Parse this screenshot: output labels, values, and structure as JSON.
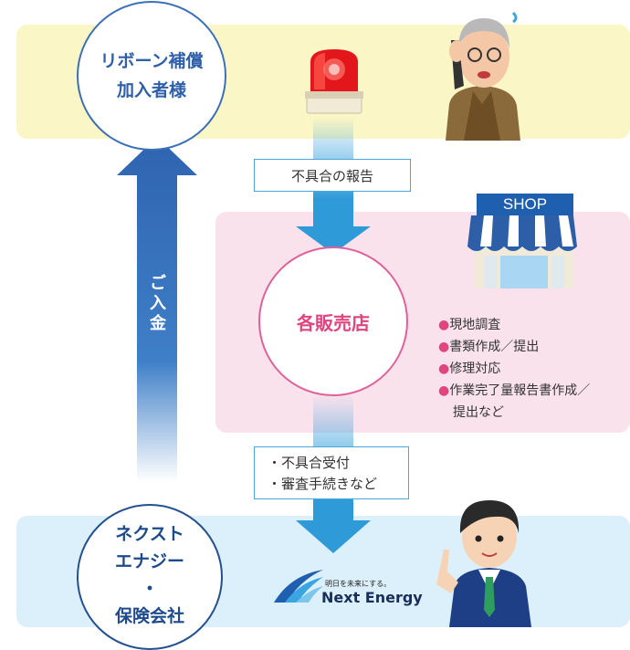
{
  "nodes": {
    "subscriber": {
      "line1": "リボーン補償",
      "line2": "加入者様"
    },
    "shop": {
      "label": "各販売店"
    },
    "insurer": {
      "line1": "ネクスト",
      "line2": "エナジー",
      "line3": "・",
      "line4": "保険会社"
    }
  },
  "flows": {
    "report": "不具合の報告",
    "payment": "ご入金",
    "reception": [
      "・不具合受付",
      "・審査手続きなど"
    ]
  },
  "shop_tasks": [
    "現地調査",
    "書類作成／提出",
    "修理対応",
    "作業完了量報告書作成／",
    "提出など"
  ],
  "shop_sign": "SHOP",
  "logo": {
    "tagline": "明日を未来にする。",
    "name": "Next Energy"
  },
  "colors": {
    "yellow_band": "#fbf6c6",
    "pink_band": "#f9e2ec",
    "blue_band": "#dcf0fb",
    "accent_pink": "#e0457f",
    "accent_blue": "#3b6fb6"
  },
  "icons": [
    "siren-icon",
    "shop-icon",
    "elderly-man-phone-icon",
    "businessman-icon",
    "next-energy-logo-icon"
  ]
}
